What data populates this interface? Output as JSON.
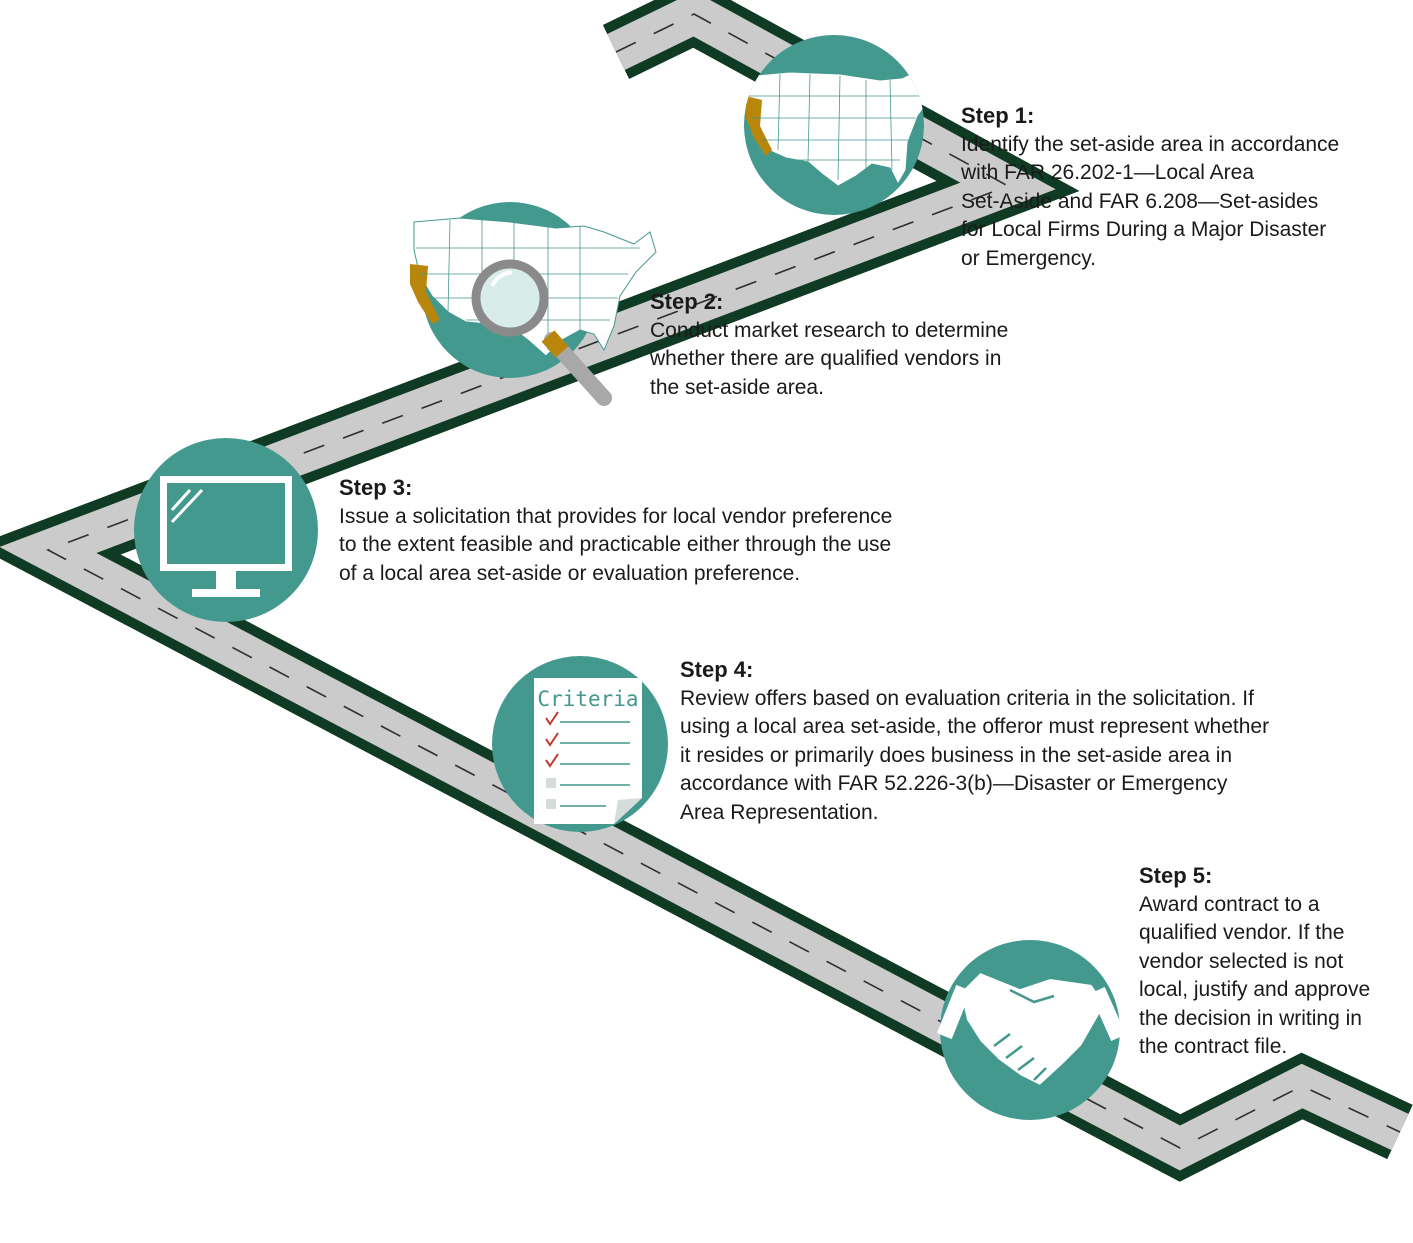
{
  "colors": {
    "road_border": "#0f3a24",
    "road_surface": "#cbcbcb",
    "road_dash": "#2e2e2e",
    "icon_teal": "#44998f",
    "map_highlight": "#b8860b",
    "check_red": "#c0392b",
    "text": "#1a1a1a"
  },
  "steps": [
    {
      "title": "Step 1:",
      "body": "Identify the set-aside area in accordance\nwith FAR 26.202-1—Local Area\nSet-Aside and FAR 6.208—Set-asides\nfor Local Firms During a Major Disaster\nor Emergency.",
      "icon": "us-map-icon"
    },
    {
      "title": "Step 2:",
      "body": "Conduct market research to determine\nwhether there are qualified vendors in\nthe set-aside area.",
      "icon": "map-magnifier-icon"
    },
    {
      "title": "Step 3:",
      "body": "Issue a solicitation that provides for local vendor preference\nto the extent feasible and practicable either through the use\nof a local area set-aside or evaluation preference.",
      "icon": "computer-monitor-icon"
    },
    {
      "title": "Step 4:",
      "body": "Review offers based on evaluation criteria in the solicitation. If\nusing a local area set-aside, the offeror must represent whether\nit resides or primarily does business in the set-aside area in\naccordance with FAR 52.226-3(b)—Disaster or Emergency\nArea Representation.",
      "icon": "criteria-checklist-icon",
      "icon_label": "Criteria"
    },
    {
      "title": "Step 5:",
      "body": "Award contract to a\nqualified vendor. If the\nvendor selected is not\nlocal, justify and approve\nthe decision in writing in\nthe contract file.",
      "icon": "handshake-icon"
    }
  ]
}
